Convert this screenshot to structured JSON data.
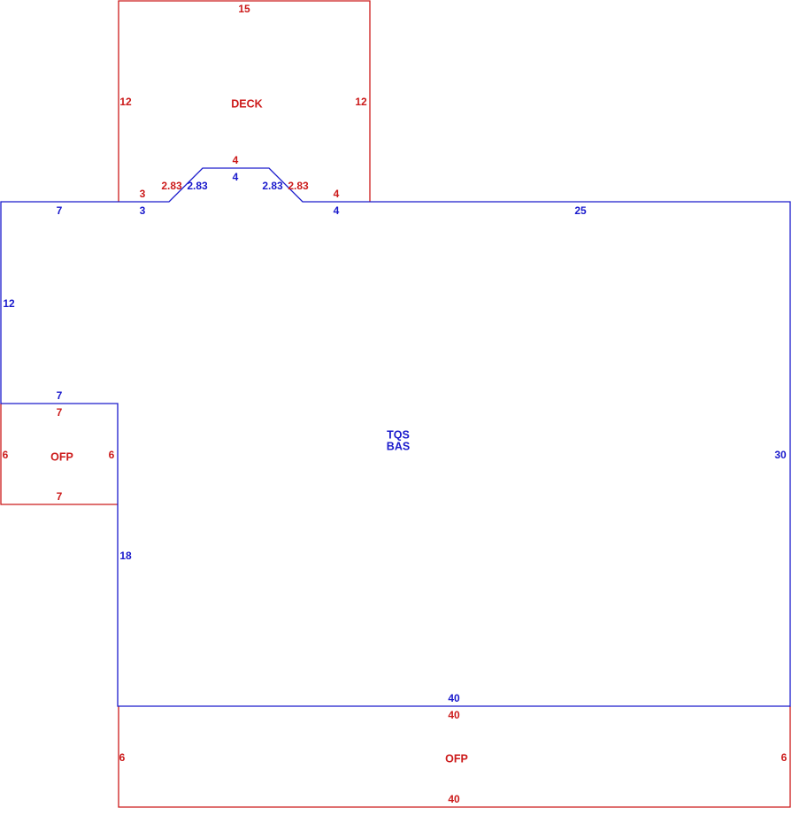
{
  "colors": {
    "main_structure": "#1a1acc",
    "addition": "#cc1a1a"
  },
  "areas": {
    "main_tqs": "TQS",
    "main_bas": "BAS",
    "deck": "DECK",
    "porch_left": "OFP",
    "porch_bottom": "OFP"
  },
  "dimensions": {
    "main_top_left": "7",
    "main_top_notch_left": "3",
    "main_notch_diag_left": "2.83",
    "main_notch_top": "4",
    "main_notch_diag_right": "2.83",
    "main_top_notch_right": "4",
    "main_top_right": "25",
    "main_left_upper": "12",
    "main_step": "7",
    "main_left_lower": "18",
    "main_right": "30",
    "main_bottom": "40",
    "deck_top": "15",
    "deck_left": "12",
    "deck_right": "12",
    "deck_bottom_left": "3",
    "deck_diag_left": "2.83",
    "deck_notch": "4",
    "deck_diag_right": "2.83",
    "deck_bottom_right": "4",
    "porch_left_top": "7",
    "porch_left_left": "6",
    "porch_left_right": "6",
    "porch_left_bottom": "7",
    "porch_bottom_top": "40",
    "porch_bottom_left": "6",
    "porch_bottom_right": "6",
    "porch_bottom_bottom": "40"
  }
}
